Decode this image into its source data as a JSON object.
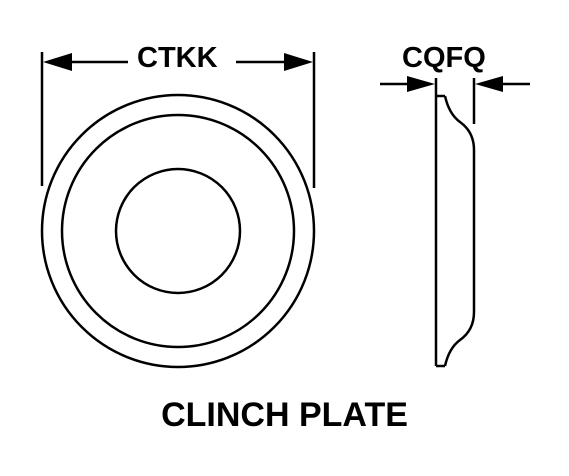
{
  "diagram": {
    "title": "CLINCH PLATE",
    "dimensions": {
      "diameter_label": "CTKK",
      "thickness_label": "CQFQ"
    },
    "colors": {
      "stroke": "#000000",
      "background": "#ffffff"
    }
  }
}
